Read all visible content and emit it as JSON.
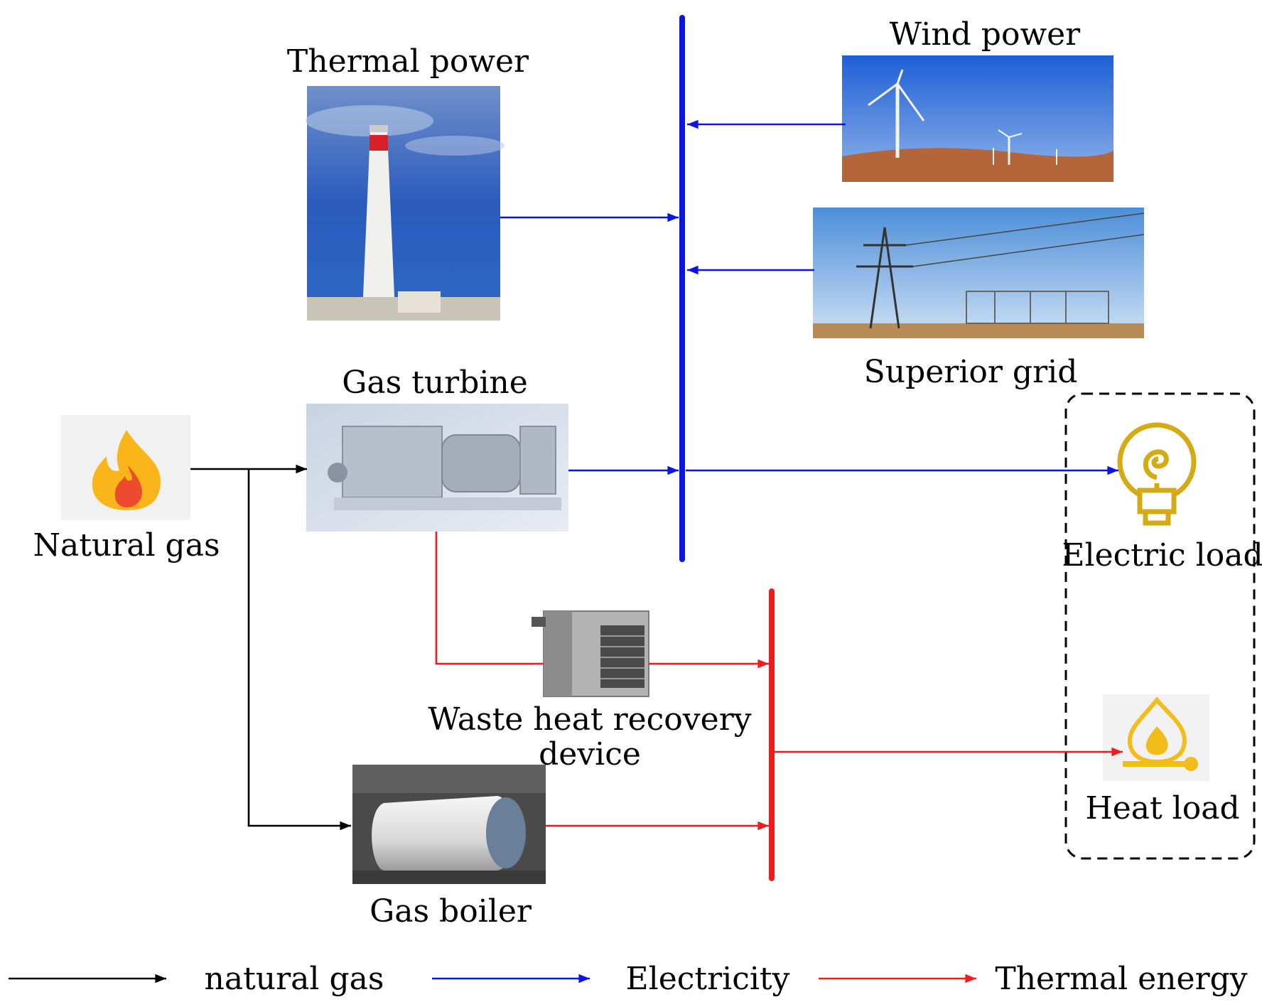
{
  "diagram": {
    "nodes": {
      "thermal_power": "Thermal power",
      "wind_power": "Wind power",
      "superior_grid": "Superior grid",
      "gas_turbine": "Gas turbine",
      "natural_gas": "Natural gas",
      "electric_load": "Electric load",
      "waste_heat_line1": "Waste heat recovery",
      "waste_heat_line2": "device",
      "heat_load": "Heat load",
      "gas_boiler": "Gas boiler"
    },
    "legend": {
      "natural_gas": "natural gas",
      "electricity": "Electricity",
      "thermal_energy": "Thermal energy"
    },
    "colors": {
      "natural_gas": "#000000",
      "electricity": "#0a14e6",
      "thermal": "#ee1c1c"
    }
  }
}
